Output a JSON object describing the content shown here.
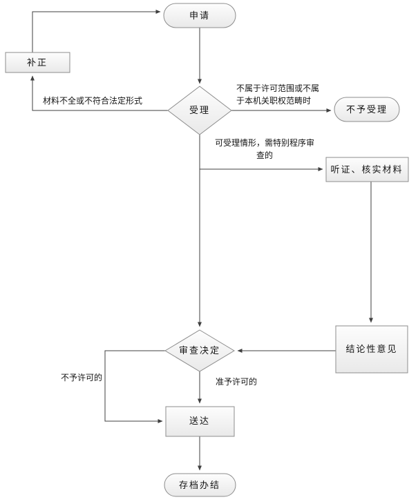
{
  "diagram": {
    "title": "administrative-licensing-flowchart",
    "nodes": {
      "apply": {
        "label": "申请"
      },
      "supplement": {
        "label": "补正"
      },
      "accept": {
        "label": "受理"
      },
      "not_accept": {
        "label": "不予受理"
      },
      "hearing": {
        "label": "听证、核实材料"
      },
      "conclusion": {
        "label": "结论性意见"
      },
      "decision": {
        "label": "审查决定"
      },
      "delivery": {
        "label": "送达"
      },
      "archive": {
        "label": "存档办结"
      }
    },
    "edge_labels": {
      "incomplete_materials": "材料不全或不符合法定形式",
      "out_of_scope_line1": "不属于许可范围或不属",
      "out_of_scope_line2": "于本机关职权范畴时",
      "special_procedure_line1": "可受理情形，需特别程序审",
      "special_procedure_line2": "查的",
      "not_permitted": "不予许可的",
      "permitted": "准予许可的"
    },
    "colors": {
      "node_fill_top": "#fdfdfd",
      "node_fill_bottom": "#e9e9e9",
      "node_border": "#8c8c8c",
      "edge_stroke": "#3f3f3f",
      "text": "#141414"
    }
  }
}
